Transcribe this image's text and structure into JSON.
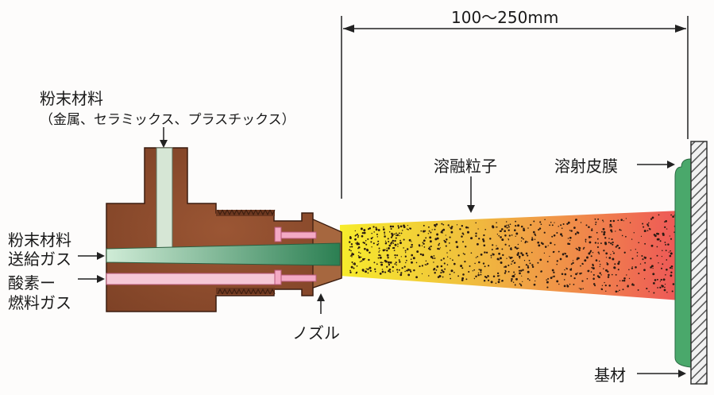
{
  "distance": {
    "label": "100〜250mm"
  },
  "labels": {
    "powder_material": "粉末材料",
    "powder_examples": "（金属、セラミックス、プラスチックス）",
    "carrier_gas_line1": "粉末材料",
    "carrier_gas_line2": "送給ガス",
    "fuel_gas_line1": "酸素ー",
    "fuel_gas_line2": "燃料ガス",
    "nozzle": "ノズル",
    "molten_particles": "溶融粒子",
    "sprayed_coating": "溶射皮膜",
    "substrate": "基材"
  },
  "colors": {
    "torch_body": "#8b4a2c",
    "green_gas": "#2e8a57",
    "pink_line": "#f3bfd0",
    "spray_yellow": "#f5e42a",
    "spray_red": "#ee5a5a",
    "coating_green": "#4aa86b",
    "substrate_hatch": "#555555"
  }
}
